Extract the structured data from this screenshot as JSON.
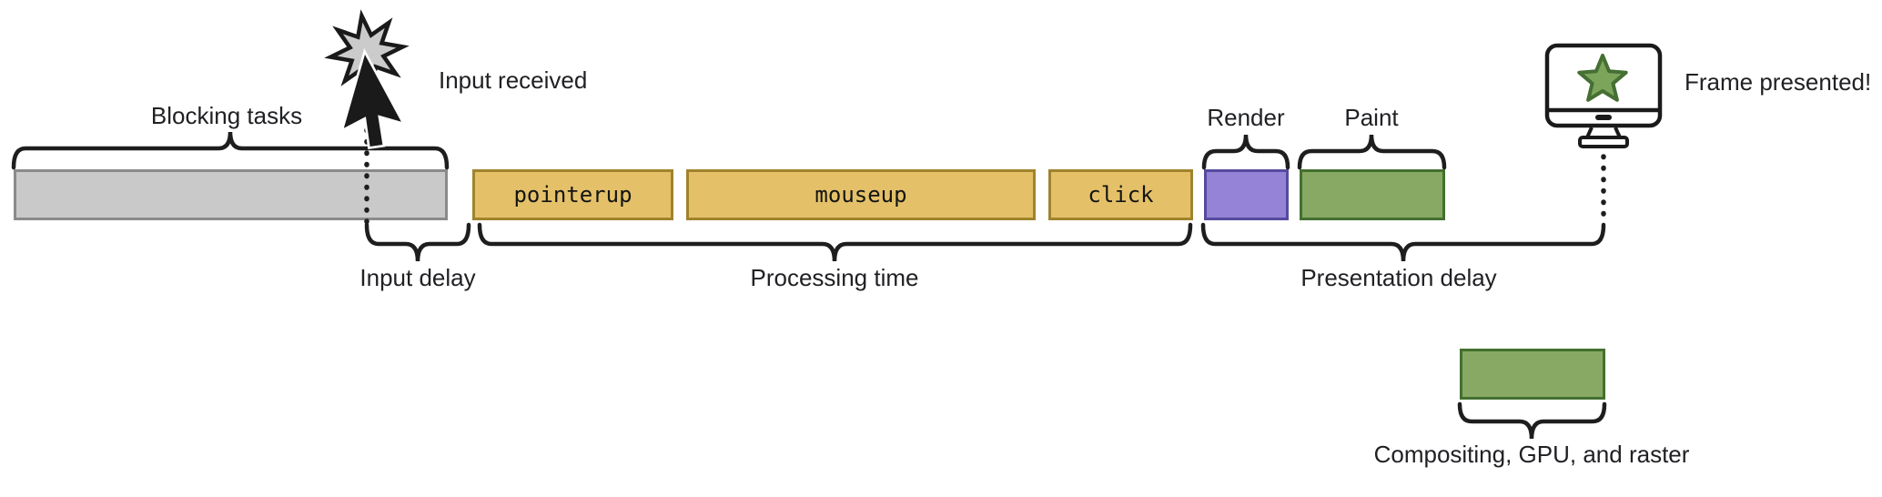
{
  "labels": {
    "blocking_tasks": "Blocking tasks",
    "input_received": "Input received",
    "input_delay": "Input delay",
    "processing_time": "Processing time",
    "render": "Render",
    "paint": "Paint",
    "presentation_delay": "Presentation delay",
    "frame_presented": "Frame presented!",
    "compositing_gpu_raster": "Compositing, GPU, and raster"
  },
  "event_bars": [
    {
      "label": "pointerup"
    },
    {
      "label": "mouseup"
    },
    {
      "label": "click"
    }
  ],
  "icons": {
    "click_burst": "click-burst-cursor-icon",
    "monitor": "monitor-with-star-icon"
  },
  "colors": {
    "task_gray": "#c9c9c9",
    "event_yellow": "#e4c169",
    "render_purple": "#9583d8",
    "paint_green": "#87a964",
    "ink": "#202124"
  }
}
